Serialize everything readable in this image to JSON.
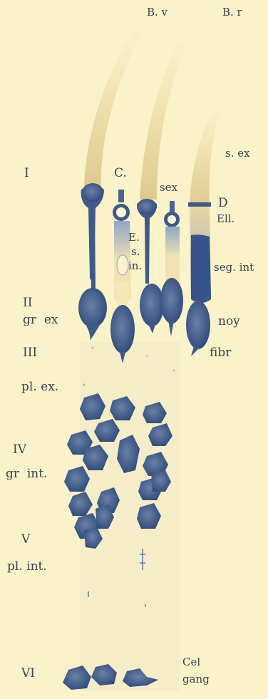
{
  "plate": {
    "background": "#faf3c9",
    "stain_color": "#3f5a86",
    "stain_light": "#8aa2c4",
    "outer_segment_color": "#e9d7a2",
    "ink_color": "#3d3f52"
  },
  "labels": {
    "bv": "B. v",
    "br": "B. r",
    "sex_top": "s. ex",
    "layer_I": "I",
    "C": "C.",
    "sex": "sex",
    "D": "D",
    "Ell": "Ell.",
    "E": "E.",
    "s": "s.",
    "in": "in.",
    "seg_int": "seg. int",
    "layer_II": "II",
    "gr_ex": "gr  ex",
    "noy": "noy",
    "layer_III": "III",
    "fibr": "fibr",
    "pl_ex": "pl. ex.",
    "layer_IV": "IV",
    "gr_int": "gr  int.",
    "layer_V": "V",
    "pl_int": "pl. int.",
    "layer_VI": "VI",
    "cel": "Cel",
    "gang": "gang"
  }
}
